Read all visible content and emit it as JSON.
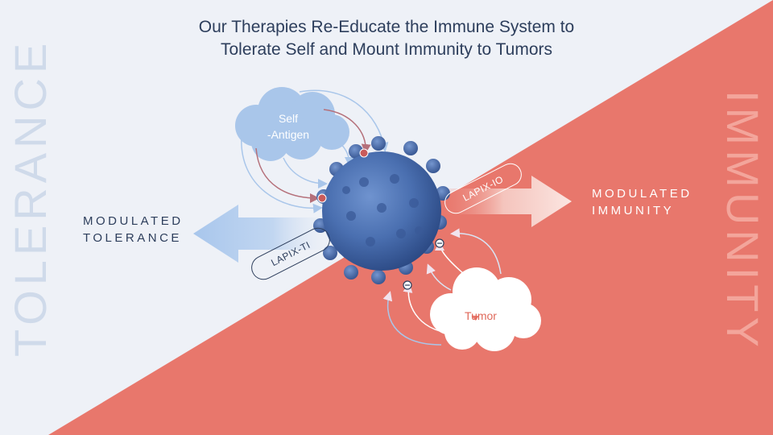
{
  "title": {
    "line1": "Our Therapies Re-Educate the Immune System to",
    "line2": "Tolerate Self and Mount Immunity to Tumors"
  },
  "side_words": {
    "left": "TOLERANCE",
    "right": "IMMUNITY"
  },
  "outcomes": {
    "tolerance": {
      "line1": "MODULATED",
      "line2": "TOLERANCE"
    },
    "immunity": {
      "line1": "MODULATED",
      "line2": "IMMUNITY"
    }
  },
  "clouds": {
    "self_antigen": {
      "line1": "Self",
      "line2": "-Antigen"
    },
    "tumor": "Tumor"
  },
  "therapies": {
    "tolerance_pill": "LAPIX-TI",
    "immunity_pill": "LAPIX-IO"
  },
  "colors": {
    "background_light": "#eef1f7",
    "background_coral": "#e8776c",
    "title_navy": "#2d3e5c",
    "cell_blue": "#4a6fb0",
    "arrow_blue": "#a9c6ea",
    "arrow_red": "#b5707a",
    "tolerance_word": "#cfdaea",
    "immunity_word": "#f3a59b"
  }
}
